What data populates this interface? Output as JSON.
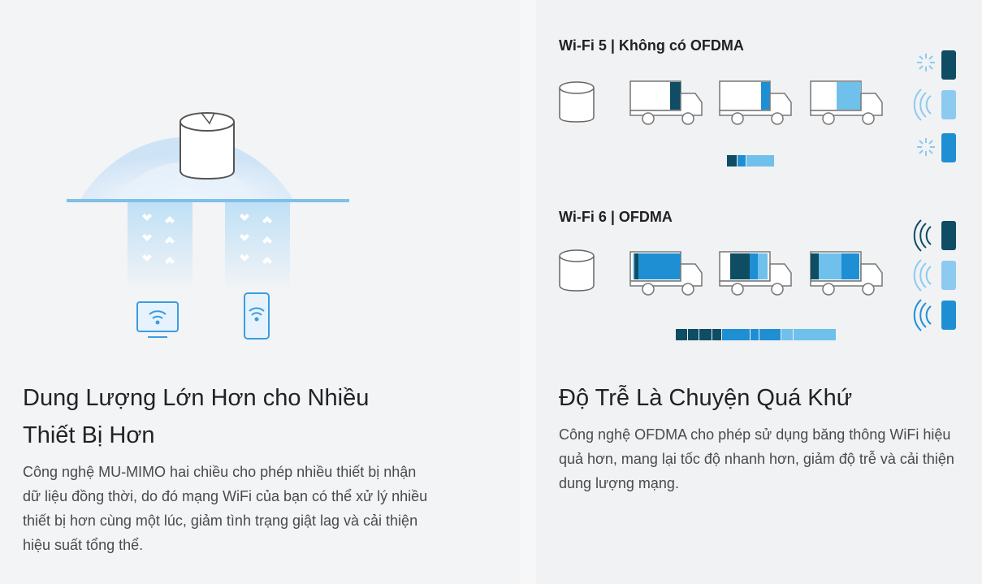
{
  "mumimo": {
    "title": "Dung Lượng Lớn Hơn cho Nhiều Thiết Bị Hơn",
    "description": "Công nghệ MU-MIMO hai chiều cho phép nhiều thiết bị nhận dữ liệu đồng thời, do đó mạng WiFi của bạn có thể xử lý nhiều thiết bị hơn cùng một lúc, giảm tình trạng giật lag và cải thiện hiệu suất tổng thể."
  },
  "ofdma": {
    "title": "Độ Trễ Là Chuyện Quá Khứ",
    "description": "Công nghệ OFDMA cho phép sử dụng băng thông WiFi hiệu quả hơn, mang lại tốc độ nhanh hơn, giảm độ trễ và cải thiện dung lượng mạng.",
    "wifi5_label": "Wi-Fi 5 | Không có OFDMA",
    "wifi6_label": "Wi-Fi 6 | OFDMA"
  },
  "colors": {
    "dark_blue": "#0e4d64",
    "mid_blue": "#1f8fd4",
    "light_blue": "#6fc0eb",
    "pale_blue": "#c9e6f7",
    "outline": "#555555"
  }
}
